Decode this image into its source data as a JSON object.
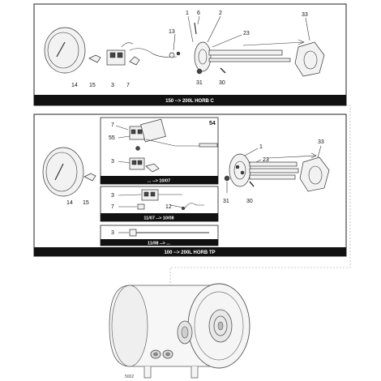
{
  "panel_top": {
    "caption": "150 --> 200L HORB C",
    "labels": {
      "l1": "1",
      "l6": "6",
      "l2": "2",
      "l33": "33",
      "l13": "13",
      "l23": "23",
      "l14": "14",
      "l15": "15",
      "l3": "3",
      "l7": "7",
      "l31": "31",
      "l30": "30"
    }
  },
  "panel_mid": {
    "caption": "100 --> 200L HORB TP",
    "badge": "54",
    "sub1_caption": "... --> 10/07",
    "sub2_caption": "11/07 --> 10/08",
    "sub3_caption": "11/08 --> ...",
    "labels": {
      "l7a": "7",
      "l55": "55",
      "l3a": "3",
      "l3b": "3",
      "l7b": "7",
      "l12": "12",
      "l3c": "3",
      "l1": "1",
      "l23": "23",
      "l33": "33",
      "l14": "14",
      "l15": "15",
      "l31": "31",
      "l30": "30"
    }
  },
  "bottom": {
    "drawing_code": "5002"
  }
}
